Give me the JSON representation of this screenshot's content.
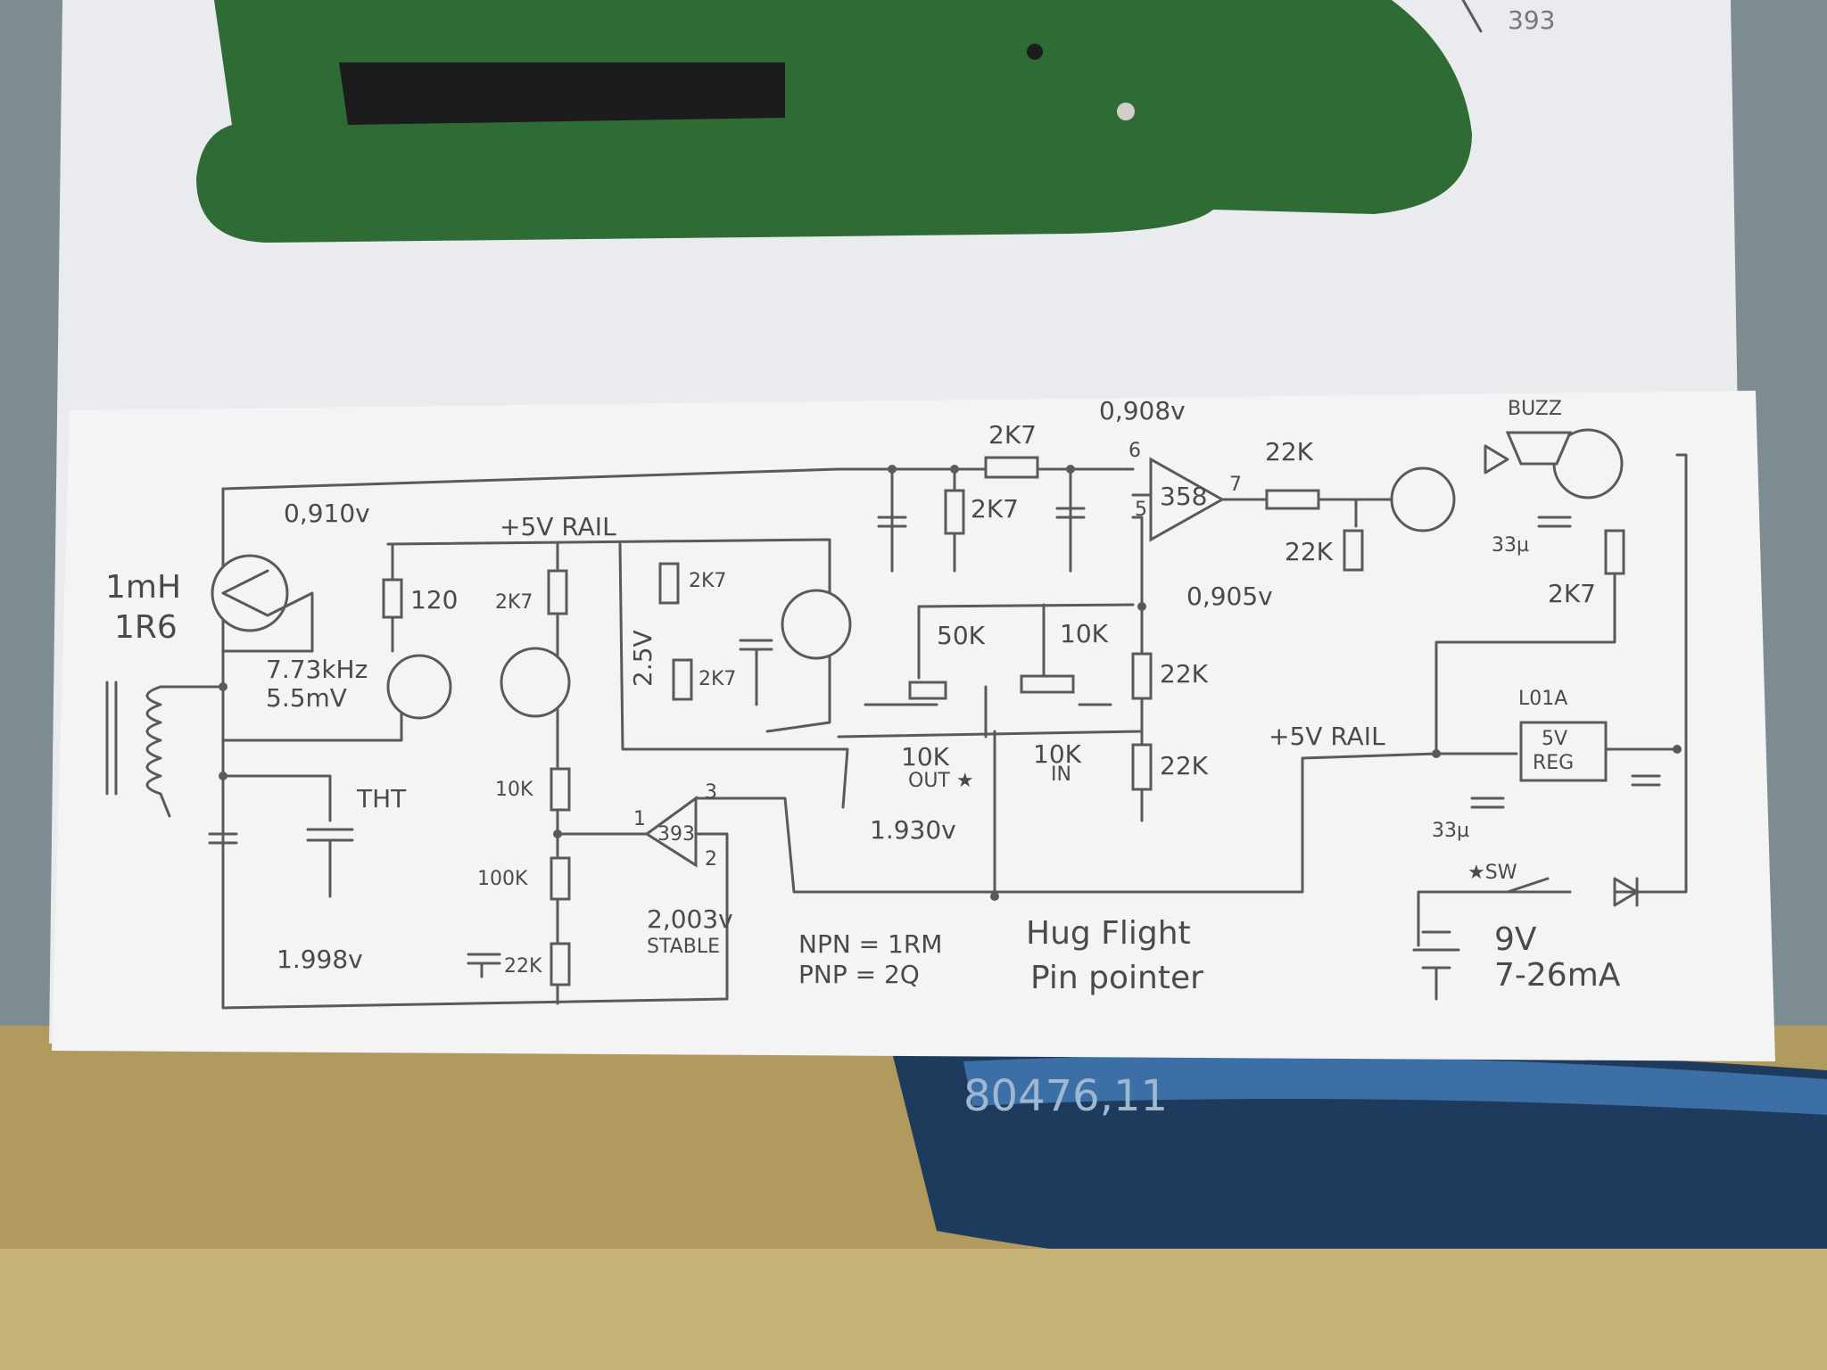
{
  "photo": {
    "top_scribble": "393",
    "boat_number": "80476,11"
  },
  "schematic": {
    "title_line1": "Hug Flight",
    "title_line2": "Pin pointer",
    "legend_npn": "NPN = 1RM",
    "legend_pnp": "PNP =  2Q",
    "coil_label_1": "1mH",
    "coil_label_2": "1R6",
    "v_base": "0,910v",
    "freq": "7.73kHz",
    "amp": "5.5mV",
    "v_bottom": "1.998v",
    "tht": "THT",
    "rail_top": "+5V RAIL",
    "rail_right": "+5V RAIL",
    "r_120": "120",
    "r_2k7_a": "2K7",
    "r_10k_a": "10K",
    "r_100k": "100K",
    "r_22k_a": "22K",
    "r_2k7_b": "2K7",
    "r_2k7_c": "2K7",
    "v_2v5": "2.5V",
    "comp_393": "393",
    "pin1": "1",
    "pin2": "2",
    "pin3": "3",
    "v_2003": "2,003v",
    "stable": "STABLE",
    "v_1930": "1.930v",
    "r_2k7_top": "2K7",
    "r_2k7_d": "2K7",
    "v_0908": "0,908v",
    "op_358": "358",
    "pin5": "5",
    "pin6": "6",
    "pin7": "7",
    "v_0905": "0,905v",
    "pot_50k": "50K",
    "pot_10k": "10K",
    "out_10k": "10K",
    "out_label": "OUT ★",
    "in_10k": "10K",
    "in_label": "IN",
    "r_22k_b": "22K",
    "r_22k_c": "22K",
    "r_22k_d": "22K",
    "r_22k_e": "22K",
    "buzz": "BUZZ",
    "cap_33_a": "33µ",
    "r_2k7_e": "2K7",
    "reg_name": "L01A",
    "reg_1": "5V",
    "reg_2": "REG",
    "cap_33_b": "33µ",
    "sw": "★SW",
    "batt_v": "9V",
    "batt_i": "7-26mA"
  }
}
